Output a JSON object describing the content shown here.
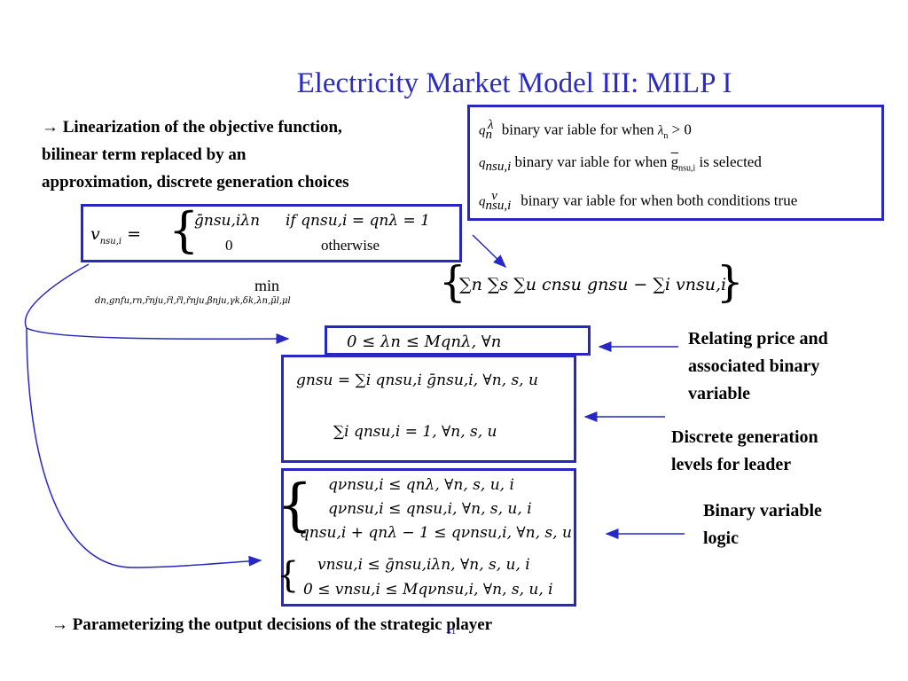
{
  "slide": {
    "title": "Electricity Market Model III: MILP I",
    "intro": {
      "arrow": "→",
      "line1": "Linearization of the objective function,",
      "line2": "bilinear term replaced by an",
      "line3": "approximation, discrete generation choices"
    },
    "definitions": {
      "d1_var": "q",
      "d1_sub": "n",
      "d1_sup": "λ",
      "d1_text": "binary var iable for when",
      "d1_cond": "λ",
      "d1_cond_sub": "n",
      "d1_cond_tail": "> 0",
      "d2_var": "q",
      "d2_sub": "nsu,i",
      "d2_text": "binary var iable for when",
      "d2_cond": "g",
      "d2_cond_sub": "nsu,i",
      "d2_tail": "is selected",
      "d3_var": "q",
      "d3_sub": "nsu,i",
      "d3_sup": "ν",
      "d3_text": "binary var iable for when both conditions true"
    },
    "equations": {
      "v_def_lhs": "v",
      "v_def_lhs_sub": "nsu,i",
      "v_def_eq": "=",
      "v_def_case1": "ḡnsu,iλn",
      "v_def_case1_cond": "if qnsu,i = qnλ = 1",
      "v_def_case2": "0",
      "v_def_case2_cond": "otherwise",
      "min_label": "min",
      "min_sub": "dn,gnfu,rn,r̄nju,r̂l,r̃l,řnju,βnju,γk,δk,λn,μ̄l,μl",
      "objective": "∑n ∑s ∑u cnsu gnsu − ∑i vnsu,i",
      "price_con": "0 ≤ λn ≤ Mqnλ, ∀n",
      "gen_con1": "gnsu = ∑i qnsu,i ḡnsu,i, ∀n, s, u",
      "gen_con2": "∑i qnsu,i = 1, ∀n, s, u",
      "bin_con1": "qνnsu,i ≤ qnλ, ∀n, s, u, i",
      "bin_con2": "qνnsu,i ≤ qnsu,i, ∀n, s, u, i",
      "bin_con3": "qnsu,i + qnλ − 1 ≤ qνnsu,i, ∀n, s, u",
      "bin_con4": "vnsu,i ≤ ḡnsu,iλn, ∀n, s, u, i",
      "bin_con5": "0 ≤ vnsu,i ≤ Mqνnsu,i, ∀n, s, u, i"
    },
    "notes": {
      "price_line1": "Relating price and",
      "price_line2": "associated binary",
      "price_line3": "variable",
      "gen_line1": "Discrete generation",
      "gen_line2": "levels for leader",
      "bin_line1": "Binary variable",
      "bin_line2": "logic"
    },
    "footer": {
      "arrow": "→",
      "text": "Parameterizing the output decisions of the strategic player"
    },
    "slide_number": "11"
  },
  "colors": {
    "title": "#2b2bc4",
    "box_border": "#2727c4",
    "arrow": "#2727c4"
  }
}
